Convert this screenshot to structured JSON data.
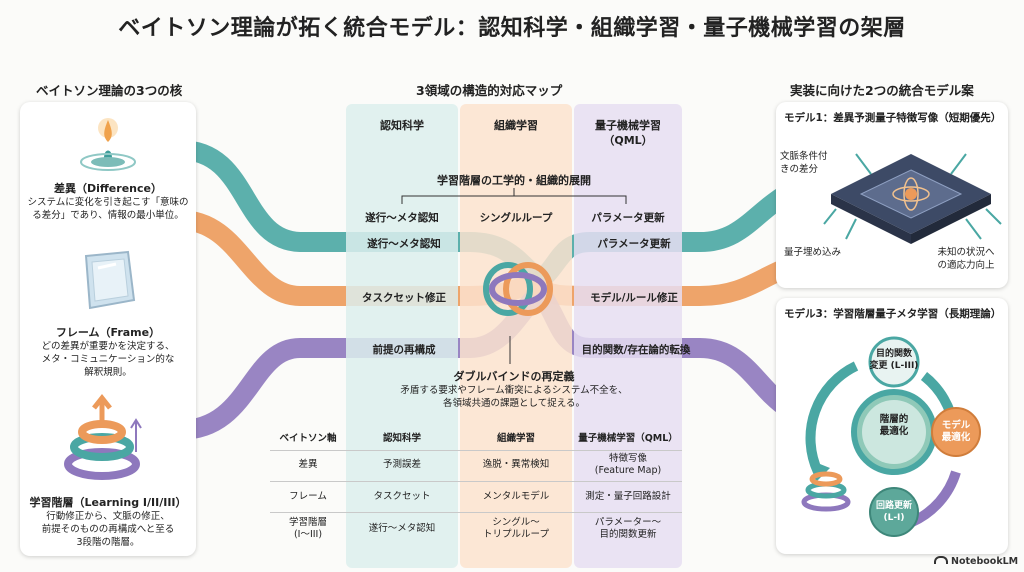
{
  "title": "ベイトソン理論が拓く統合モデル：認知科学・組織学習・量子機械学習の架層",
  "left": {
    "heading": "ベイトソン理論の3つの核",
    "items": [
      {
        "title": "差異（Difference）",
        "desc": [
          "システムに変化を引き起こす「意味の",
          "る差分」であり、情報の最小単位。"
        ]
      },
      {
        "title": "フレーム（Frame）",
        "desc": [
          "どの差異が重要かを決定する、",
          "メタ・コミュニケーション的な",
          "解釈規則。"
        ]
      },
      {
        "title": "学習階層（Learning I/II/III）",
        "desc": [
          "行動修正から、文脈の修正、",
          "前提そのものの再構成へと至る",
          "3段階の階層。"
        ]
      }
    ]
  },
  "center": {
    "heading": "3領域の構造的対応マップ",
    "columns": [
      "認知科学",
      "組織学習",
      "量子機械学習\n（QML）"
    ],
    "hierarchy_title": "学習階層の工学的・組織的展開",
    "hierarchy_labels": [
      "遂行〜メタ認知",
      "シングルループ",
      "パラメータ更新"
    ],
    "bands_left": [
      "遂行〜メタ認知",
      "タスクセット修正",
      "前提の再構成"
    ],
    "bands_right": [
      "パラメータ更新",
      "モデル/ルール修正",
      "目的関数/存在論的転換"
    ],
    "double_bind_title": "ダブルバインドの再定義",
    "double_bind_desc": [
      "矛盾する要求やフレーム衝突によるシステム不全を、",
      "各領域共通の課題として捉える。"
    ],
    "table": {
      "headers": [
        "ベイトソン軸",
        "認知科学",
        "組織学習",
        "量子機械学習（QML）"
      ],
      "rows": [
        [
          "差異",
          "予測誤差",
          "逸脱・異常検知",
          "特徴写像\n(Feature Map)"
        ],
        [
          "フレーム",
          "タスクセット",
          "メンタルモデル",
          "測定・量子回路設計"
        ],
        [
          "学習階層\n(I〜III)",
          "遂行〜メタ認知",
          "シングル〜\nトリプルループ",
          "パラメーター〜\n目的関数更新"
        ]
      ]
    }
  },
  "right": {
    "heading": "実装に向けた2つの統合モデル案",
    "model1": {
      "title": "モデル1：差異予測量子特徴写像（短期優先）",
      "labels": [
        "文脈条件付\nきの差分",
        "量子埋め込み",
        "未知の状況へ\nの適応力向上"
      ]
    },
    "model3": {
      "title": "モデル3：学習階層量子メタ学習（長期理論）",
      "center": "階層的\n最適化",
      "nodes": [
        "目的関数\n変更 (L-III)",
        "モデル\n最適化",
        "回路更新\n(L-I)"
      ]
    }
  },
  "footer": {
    "brand": "NotebookLM"
  },
  "colors": {
    "teal": "#4aa7a3",
    "orange": "#ec9a5a",
    "purple": "#8e78bd",
    "col_teal": "#dcefed",
    "col_orange": "#fbe3cf",
    "col_purple": "#e6def2"
  }
}
